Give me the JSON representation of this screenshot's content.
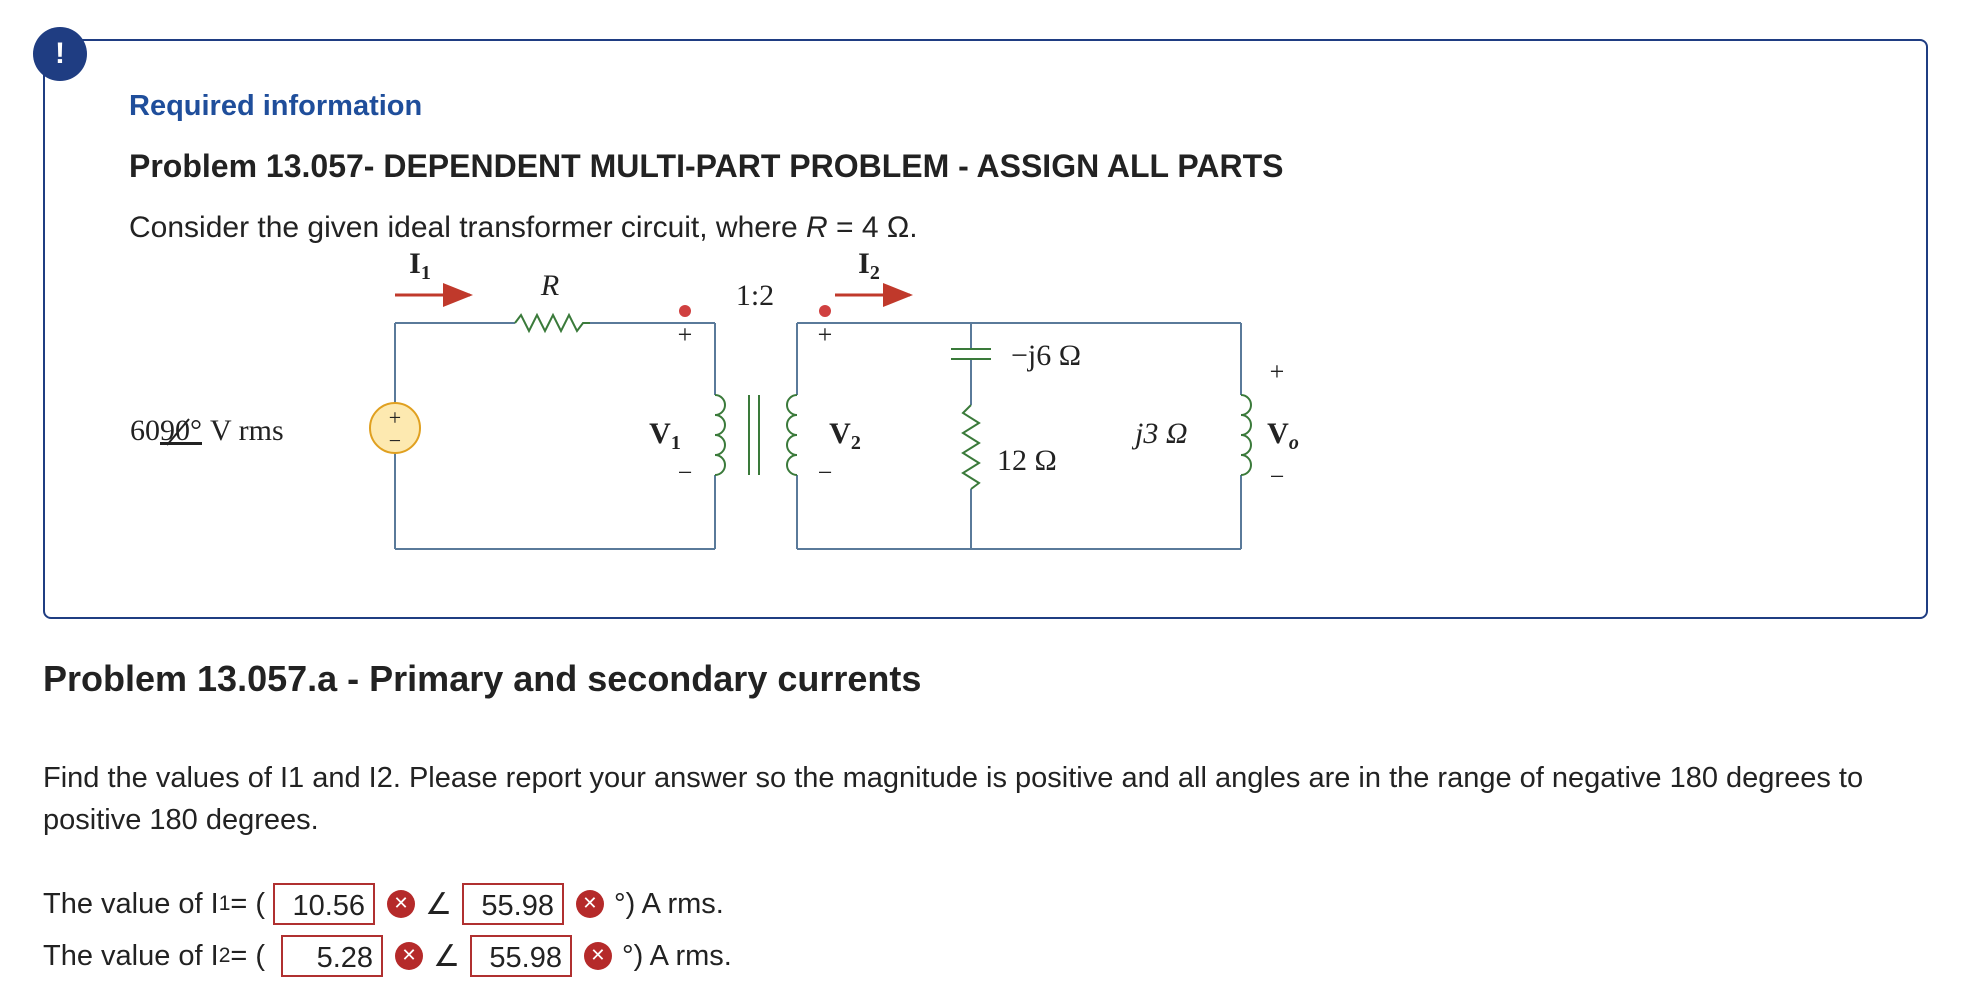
{
  "alert": {
    "symbol": "!"
  },
  "info": {
    "required_label": "Required information",
    "problem_title": "Problem 13.057- DEPENDENT MULTI-PART PROBLEM - ASSIGN ALL PARTS",
    "intro_prefix": "Consider the given ideal transformer circuit, where ",
    "intro_var": "R",
    "intro_suffix": " = 4 Ω."
  },
  "circuit": {
    "labels": {
      "i1": "I",
      "i1_sub": "1",
      "i2": "I",
      "i2_sub": "2",
      "r": "R",
      "ratio": "1:2",
      "source_mag": "60",
      "source_angle": "90°",
      "source_unit": "V rms",
      "v1": "V",
      "v1_sub": "1",
      "v2": "V",
      "v2_sub": "2",
      "cap": "−j6 Ω",
      "res": "12 Ω",
      "ind": "j3 Ω",
      "vo": "V",
      "vo_sub": "o",
      "plus": "+",
      "minus": "−"
    },
    "colors": {
      "wire": "#5a7a9a",
      "arrow": "#c0392b",
      "dot": "#d04040",
      "source_fill": "#fde9b0",
      "source_stroke": "#e0a020"
    }
  },
  "part": {
    "title": "Problem 13.057.a - Primary and secondary currents",
    "instructions": "Find the values of I1 and I2. Please report your answer so the magnitude is positive and all angles are in the range of negative 180 degrees to positive 180 degrees."
  },
  "answers": [
    {
      "prefix": "The value of I",
      "sub": "1",
      "eq": " = (",
      "magnitude": "10.56",
      "angle": "55.98",
      "suffix": "°) A rms."
    },
    {
      "prefix": "The value of I",
      "sub": "2",
      "eq": " = (",
      "magnitude": "5.28",
      "angle": "55.98",
      "suffix": "°) A rms."
    }
  ],
  "status": {
    "incorrect_icon": "close-icon",
    "incorrect_color": "#b52a2a",
    "input_border_color": "#b03030"
  }
}
